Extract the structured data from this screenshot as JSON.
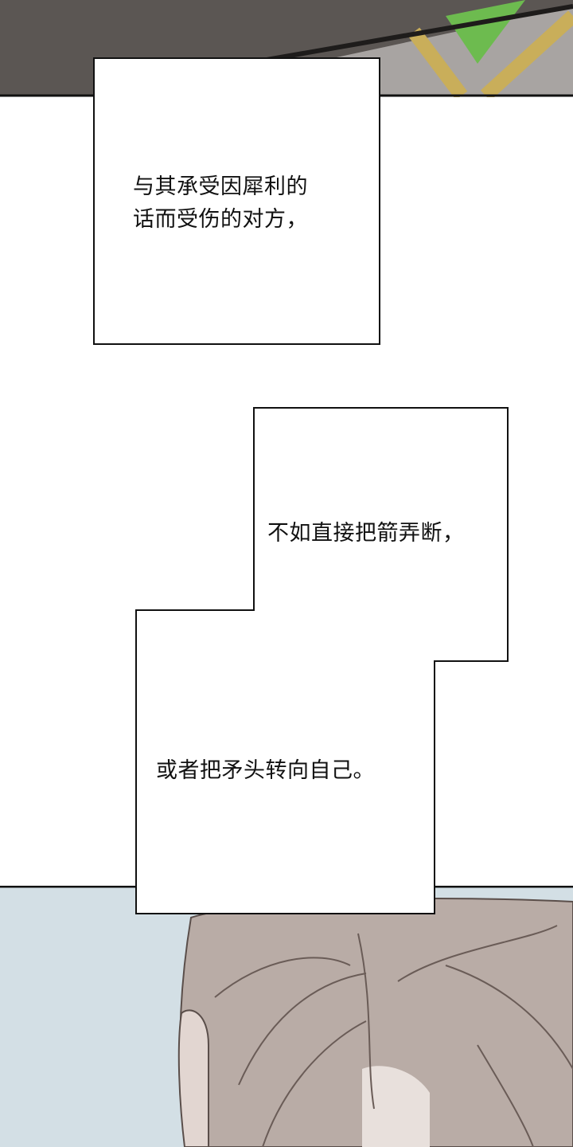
{
  "panels": {
    "caption_1": {
      "lines": [
        "与其承受因犀利的",
        "话而受伤的对方，"
      ]
    },
    "caption_2": {
      "line": "不如直接把箭弄断，"
    },
    "caption_3": {
      "line": "或者把矛头转向自己。"
    }
  },
  "colors": {
    "top_panel": "#5b5653",
    "sky": "#d3dfe5",
    "hair": "#b9aca6"
  }
}
